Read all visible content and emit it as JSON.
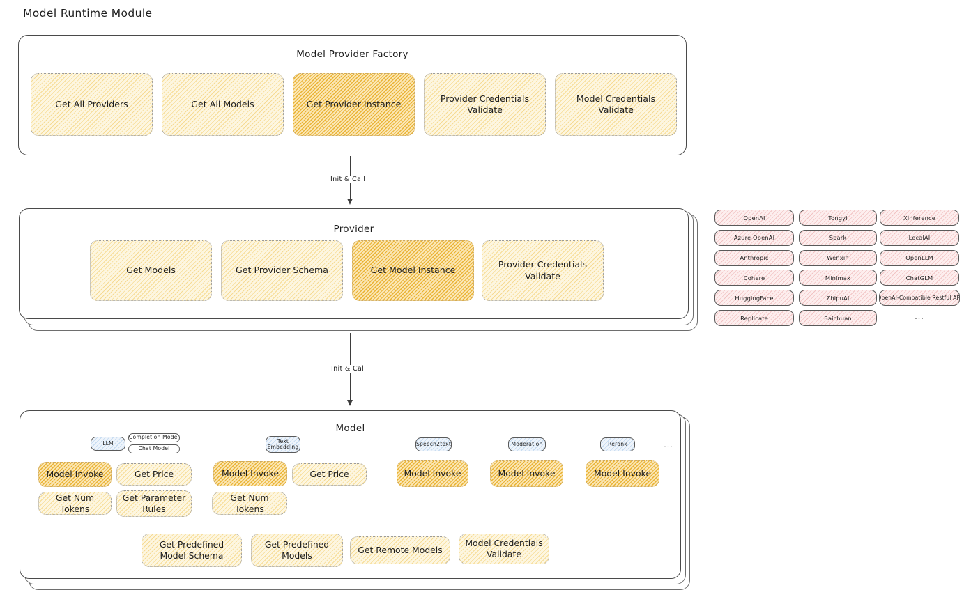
{
  "page": {
    "title": "Model Runtime Module"
  },
  "factory": {
    "title": "Model Provider Factory",
    "boxes": [
      {
        "label": "Get All Providers",
        "highlighted": false
      },
      {
        "label": "Get All Models",
        "highlighted": false
      },
      {
        "label": "Get Provider Instance",
        "highlighted": true
      },
      {
        "label": "Provider Credentials Validate",
        "highlighted": false
      },
      {
        "label": "Model Credentials Validate",
        "highlighted": false
      }
    ]
  },
  "arrows": [
    {
      "label": "Init & Call"
    },
    {
      "label": "Init & Call"
    }
  ],
  "provider": {
    "title": "Provider",
    "boxes": [
      {
        "label": "Get Models",
        "highlighted": false
      },
      {
        "label": "Get Provider Schema",
        "highlighted": false
      },
      {
        "label": "Get Model Instance",
        "highlighted": true
      },
      {
        "label": "Provider Credentials Validate",
        "highlighted": false
      }
    ]
  },
  "provider_list": {
    "columns": [
      {
        "chips": [
          "OpenAI",
          "Azure OpenAI",
          "Anthropic",
          "Cohere",
          "HuggingFace",
          "Replicate"
        ],
        "ellipsis": false
      },
      {
        "chips": [
          "Tongyi",
          "Spark",
          "Wenxin",
          "Minimax",
          "ZhipuAI",
          "Baichuan"
        ],
        "ellipsis": false
      },
      {
        "chips": [
          "Xinference",
          "LocalAI",
          "OpenLLM",
          "ChatGLM",
          "OpenAI-Compatible Restful API"
        ],
        "ellipsis": true
      }
    ],
    "ellipsis_glyph": "..."
  },
  "model": {
    "title": "Model",
    "more_glyph": "...",
    "types": [
      {
        "badge": "LLM",
        "sub_badges": [
          "Completion Model",
          "Chat Model"
        ],
        "methods": [
          {
            "label": "Model Invoke",
            "highlighted": true
          },
          {
            "label": "Get Price",
            "highlighted": false
          },
          {
            "label": "Get Num Tokens",
            "highlighted": false
          },
          {
            "label": "Get Parameter Rules",
            "highlighted": false
          }
        ]
      },
      {
        "badge": "Text Embedding",
        "sub_badges": [],
        "methods": [
          {
            "label": "Model Invoke",
            "highlighted": true
          },
          {
            "label": "Get Price",
            "highlighted": false
          },
          {
            "label": "Get Num Tokens",
            "highlighted": false
          }
        ]
      },
      {
        "badge": "Speech2text",
        "sub_badges": [],
        "methods": [
          {
            "label": "Model Invoke",
            "highlighted": true
          }
        ]
      },
      {
        "badge": "Moderation",
        "sub_badges": [],
        "methods": [
          {
            "label": "Model Invoke",
            "highlighted": true
          }
        ]
      },
      {
        "badge": "Rerank",
        "sub_badges": [],
        "methods": [
          {
            "label": "Model Invoke",
            "highlighted": true
          }
        ]
      }
    ],
    "common_methods": [
      {
        "label": "Get Predefined Model Schema"
      },
      {
        "label": "Get Predefined Models"
      },
      {
        "label": "Get Remote Models"
      },
      {
        "label": "Model Credentials Validate"
      }
    ]
  },
  "colors": {
    "box_fill": "#fdf6e0",
    "box_fill_highlight": "#fbe6b4",
    "provider_chip_fill": "#fdeeee",
    "badge_fill": "#eef4fb",
    "stroke": "#4a4a4a",
    "text": "#1e1e1e"
  }
}
